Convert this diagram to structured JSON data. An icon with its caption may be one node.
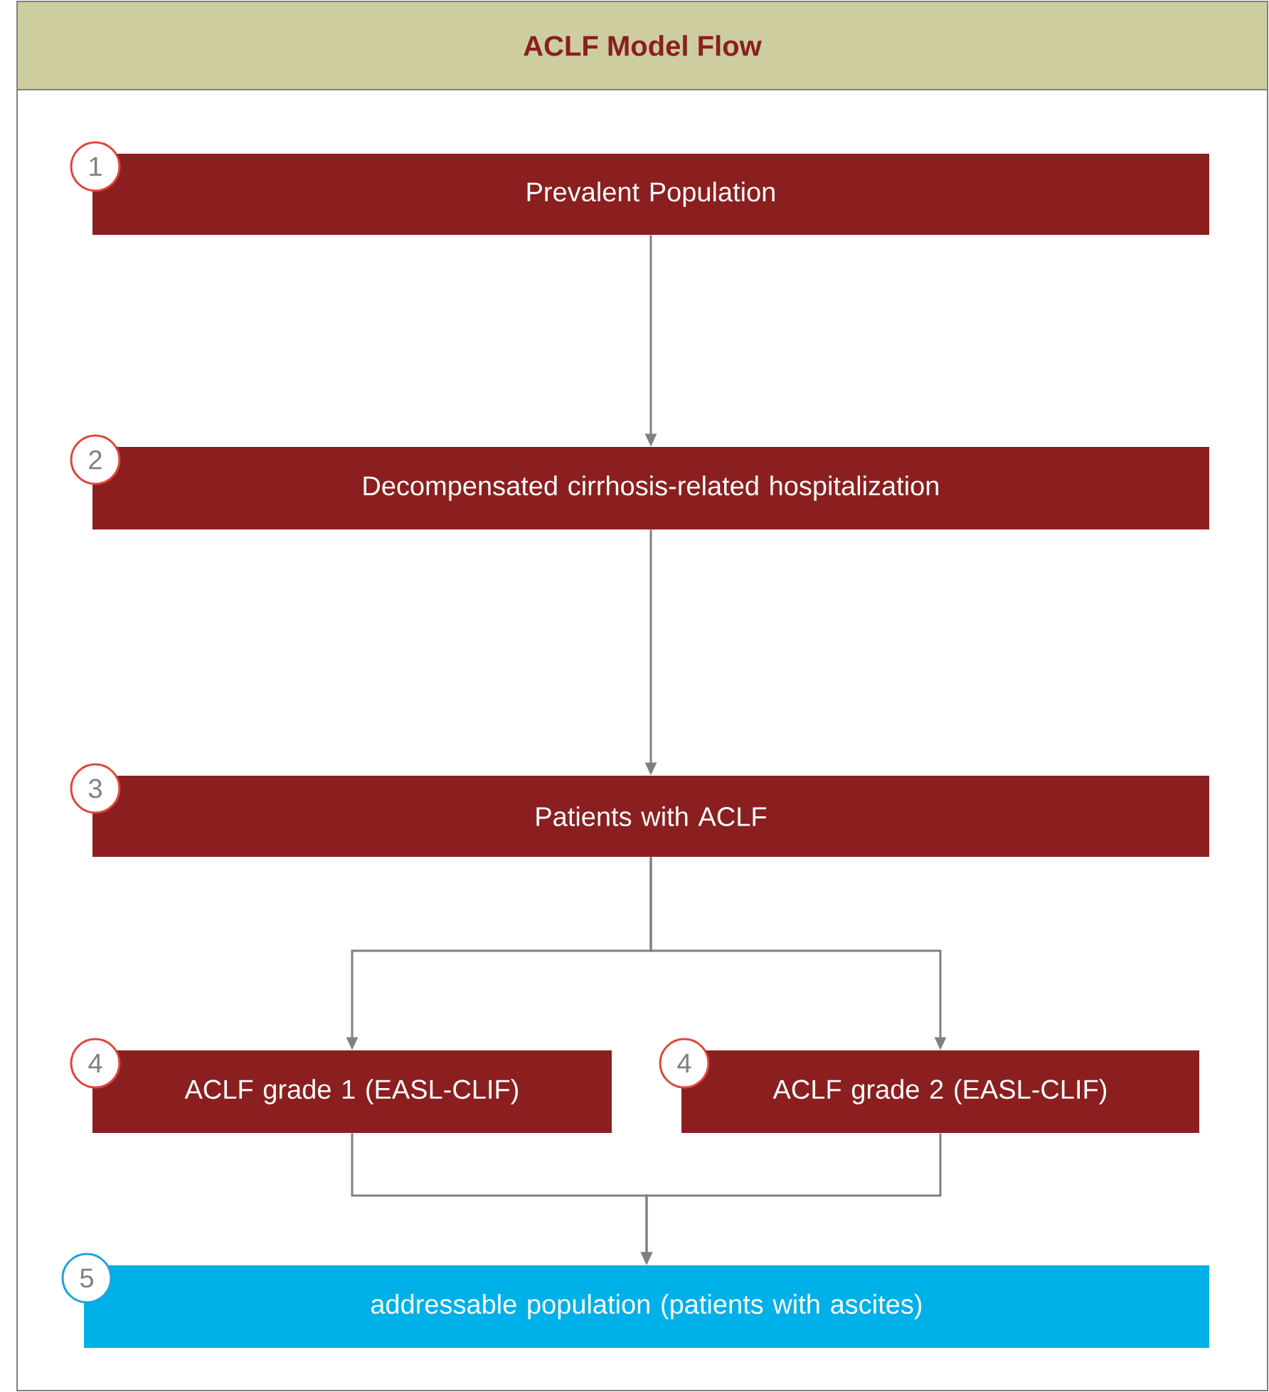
{
  "diagram": {
    "title": "ACLF Model Flow",
    "nodes": [
      {
        "text": [
          "1",
          "Prevalent Population"
        ]
      },
      {
        "text": [
          "2",
          "Decompensated cirrhosis-related hospitalization"
        ]
      },
      {
        "text": [
          "3",
          "Patients with ACLF"
        ]
      },
      {
        "text": [
          "4",
          "ACLF grade 1 (EASL-CLIF)"
        ]
      },
      {
        "text": [
          "4",
          "ACLF grade 2 (EASL-CLIF)"
        ]
      },
      {
        "text": [
          "5",
          "addressable population (patients with ascites)"
        ]
      }
    ],
    "edges": [
      {
        "from": 0,
        "to": 1,
        "arrow": "to"
      },
      {
        "from": 1,
        "to": 2,
        "arrow": "to"
      },
      {
        "from": 2,
        "to": 3,
        "arrow": "to"
      },
      {
        "from": 2,
        "to": 4,
        "arrow": "to"
      },
      {
        "from": 3,
        "to": 5,
        "arrow": "to"
      },
      {
        "from": 4,
        "to": 5,
        "arrow": "to"
      }
    ]
  }
}
